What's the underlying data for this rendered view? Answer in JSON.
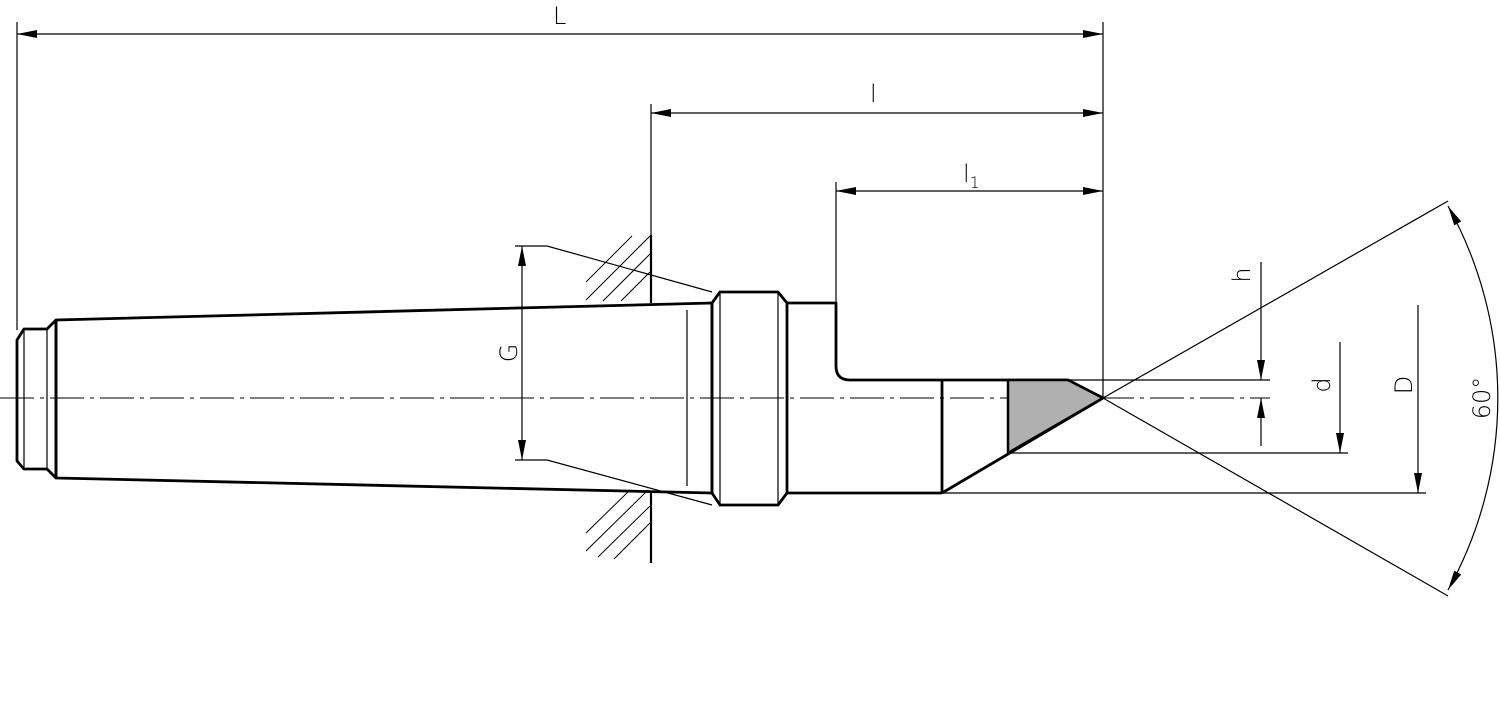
{
  "drawing": {
    "labels": {
      "overall_length": "L",
      "projection_length": "l",
      "point_length": "l",
      "point_length_sub": "1",
      "thread": "G",
      "flat_height": "h",
      "tip_diameter": "d",
      "body_diameter": "D",
      "point_angle": "60°"
    },
    "colors": {
      "line": "#000000",
      "insert_fill": "#b0b0b0",
      "background": "#ffffff"
    }
  }
}
